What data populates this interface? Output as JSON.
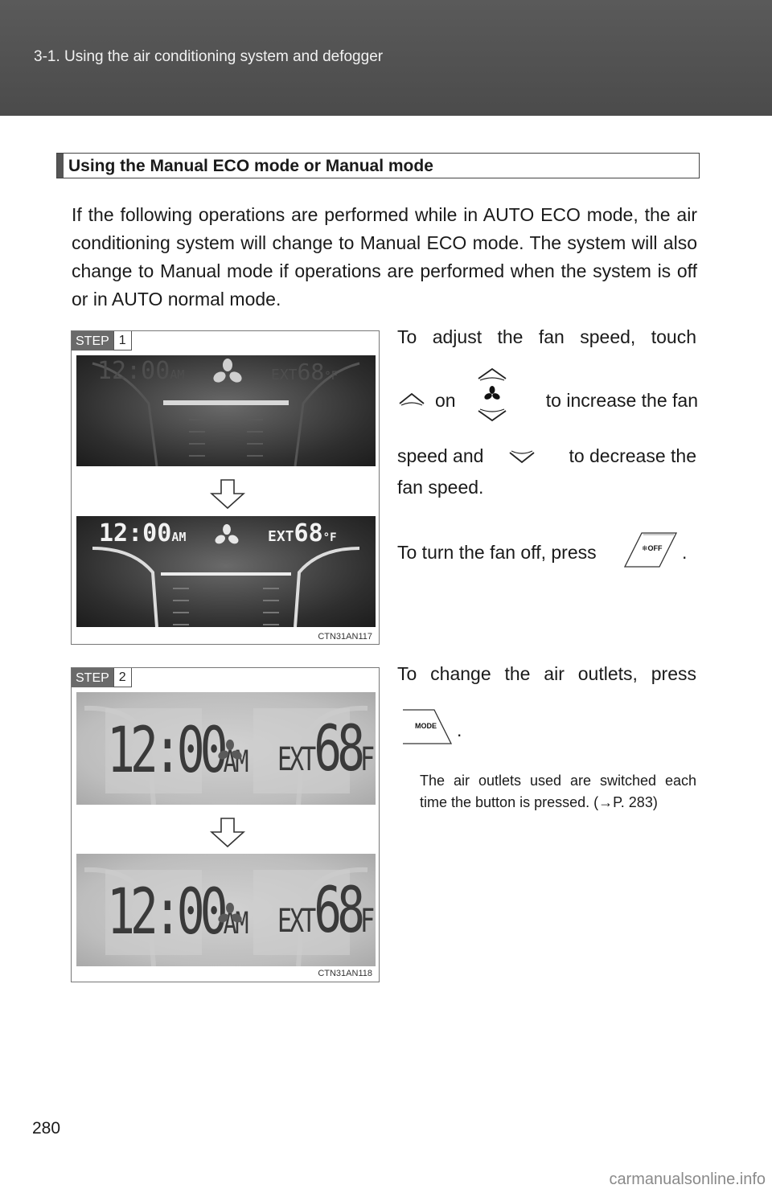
{
  "header": {
    "title": "3-1. Using the air conditioning system and defogger"
  },
  "section": {
    "title": "Using the Manual ECO mode or Manual mode"
  },
  "intro": "If the following operations are performed while in AUTO ECO mode, the air conditioning system will change to Manual ECO mode. The system will also change to Manual mode if operations are performed when the system is off or in AUTO normal mode.",
  "step1": {
    "tag": "STEP",
    "number": "1",
    "code": "CTN31AN117",
    "display_top": {
      "time": "12:00",
      "ampm": "AM",
      "ext": "EXT",
      "temp": "68",
      "unit": "°F"
    },
    "display_bottom": {
      "time": "12:00",
      "ampm": "AM",
      "ext": "EXT",
      "temp": "68",
      "unit": "°F"
    },
    "text_line1": "To adjust the fan speed, touch",
    "text_on": "on",
    "text_increase": "to increase the fan",
    "text_speed_and": "speed and",
    "text_decrease": "to decrease the",
    "text_fan_speed": "fan speed.",
    "text_off": "To turn the fan off, press",
    "text_period": ".",
    "off_button_label": "❄OFF"
  },
  "step2": {
    "tag": "STEP",
    "number": "2",
    "code": "CTN31AN118",
    "display_top": {
      "time": "12:00",
      "ampm": "AM",
      "ext": "EXT",
      "temp": "68",
      "unit": "F"
    },
    "display_bottom": {
      "time": "12:00",
      "ampm": "AM",
      "ext": "EXT",
      "temp": "68",
      "unit": "F"
    },
    "text_line1": "To change the air outlets, press",
    "mode_button_label": "MODE",
    "text_period": ".",
    "note": "The air outlets used are switched each time the button is pressed. (→P. 283)"
  },
  "page_number": "280",
  "watermark": "carmanualsonline.info"
}
